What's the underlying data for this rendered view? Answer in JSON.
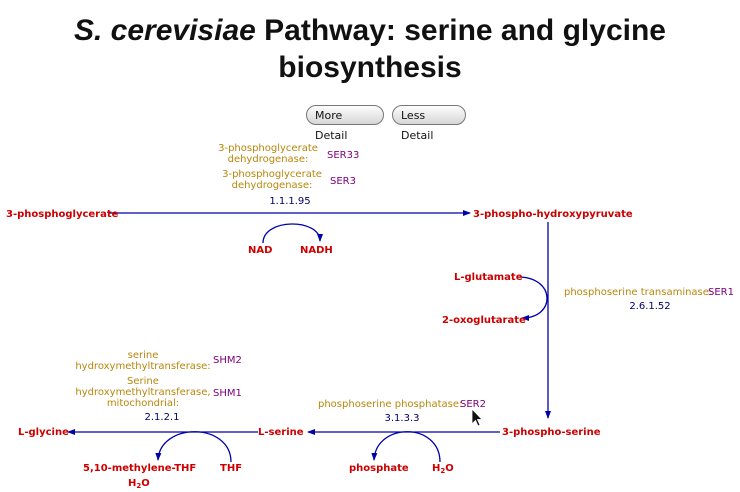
{
  "title": {
    "organism": "S. cerevisiae",
    "rest_line1": " Pathway: serine and glycine",
    "line2": "biosynthesis"
  },
  "buttons": {
    "more_detail": "More Detail",
    "less_detail": "Less Detail"
  },
  "compounds": {
    "phosphoglycerate": "3-phosphoglycerate",
    "hydroxypyruvate": "3-phospho-hydroxypyruvate",
    "nad": "NAD",
    "nadh": "NADH",
    "glutamate": "L-glutamate",
    "oxoglutarate": "2-oxoglutarate",
    "phosphoserine": "3-phospho-serine",
    "serine": "L-serine",
    "glycine": "L-glycine",
    "methylene_thf": "5,10-methylene-THF",
    "thf": "THF",
    "h2o_left_base": "H",
    "h2o_left_sub": "2",
    "h2o_left_end": "O",
    "phosphate": "phosphate",
    "h2o_right_base": "H",
    "h2o_right_sub": "2",
    "h2o_right_end": "O"
  },
  "reactions": {
    "r1": {
      "enzymes": [
        {
          "name_line1": "3-phosphoglycerate",
          "name_line2": "dehydrogenase:",
          "gene": "SER33"
        },
        {
          "name_line1": "3-phosphoglycerate",
          "name_line2": "dehydrogenase:",
          "gene": "SER3"
        }
      ],
      "ec": "1.1.1.95"
    },
    "r2": {
      "enzyme": "phosphoserine transaminase:",
      "gene": "SER1",
      "ec": "2.6.1.52"
    },
    "r3": {
      "enzyme": "phosphoserine phosphatase:",
      "gene": "SER2",
      "ec": "3.1.3.3"
    },
    "r4": {
      "enzymes": [
        {
          "name_line1": "serine",
          "name_line2": "hydroxymethyltransferase:",
          "gene": "SHM2"
        },
        {
          "name_line1": "Serine",
          "name_line2": "hydroxymethyltransferase,",
          "name_line3": "mitochondrial:",
          "gene": "SHM1"
        }
      ],
      "ec": "2.1.2.1"
    }
  }
}
